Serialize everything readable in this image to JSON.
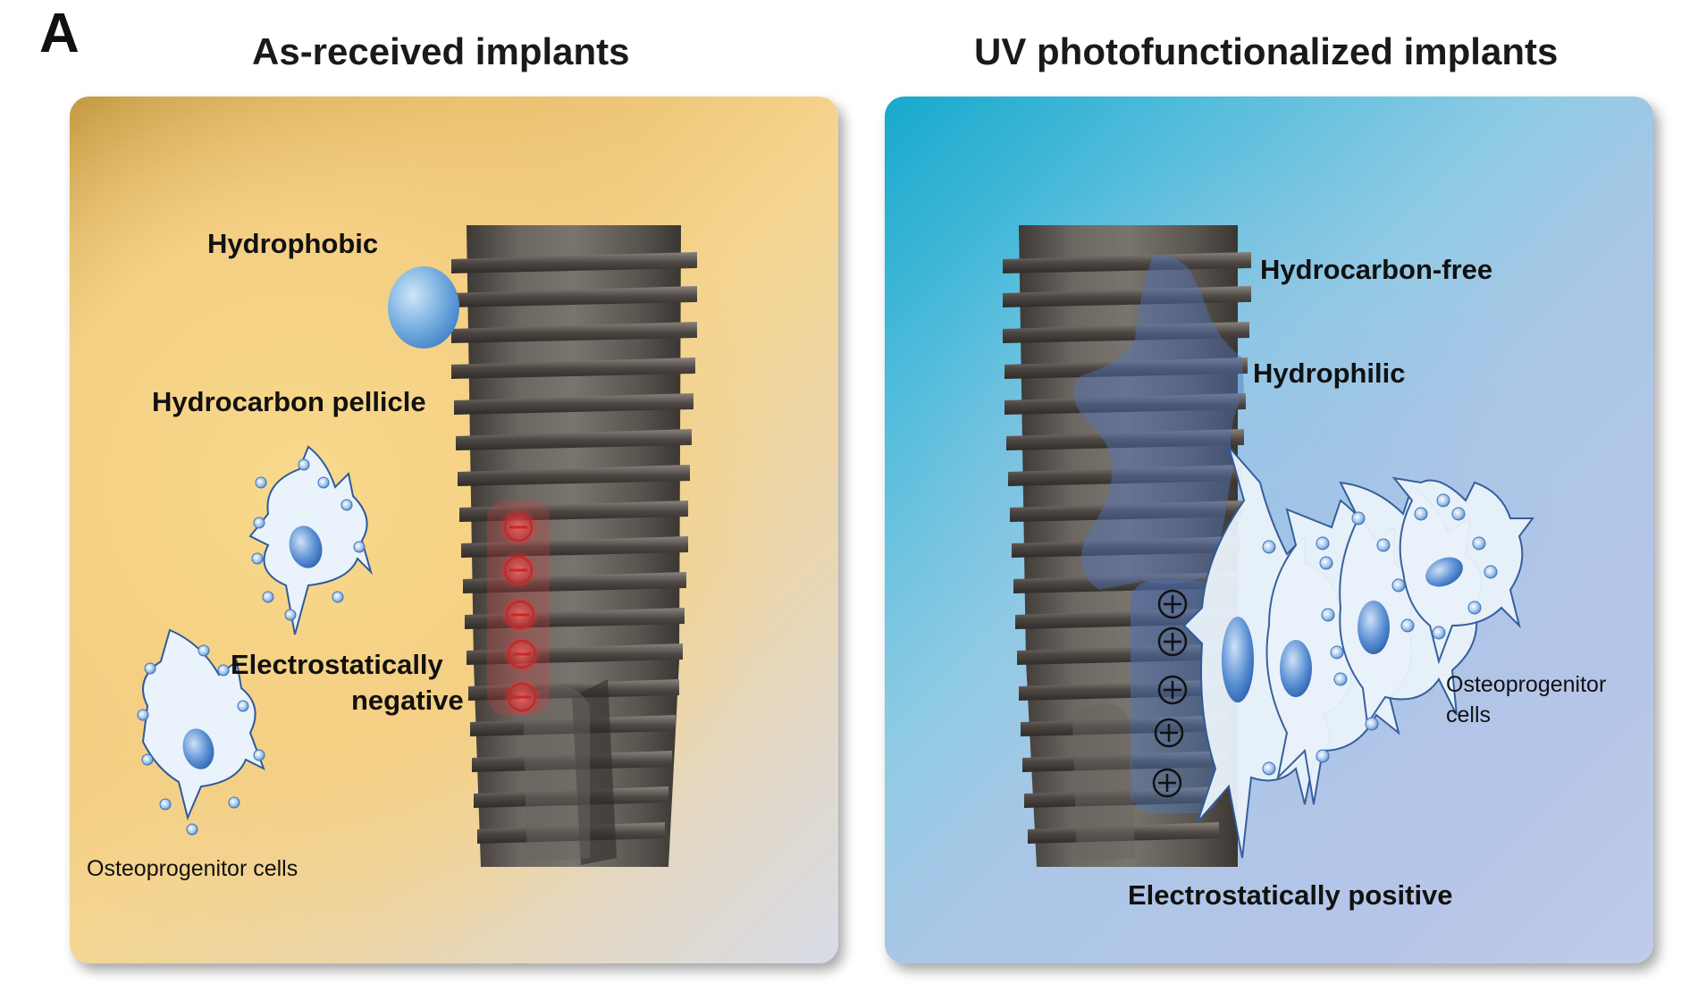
{
  "panel_letter": "A",
  "left_panel": {
    "title": "As-received implants",
    "labels": {
      "hydrophobic": "Hydrophobic",
      "hydrocarbon_pellicle": "Hydrocarbon pellicle",
      "electrostatically_negative_line1": "Electrostatically",
      "electrostatically_negative_line2": "negative",
      "osteoprogenitor_cells": "Osteoprogenitor cells"
    }
  },
  "right_panel": {
    "title": "UV photofunctionalized implants",
    "labels": {
      "hydrocarbon_free": "Hydrocarbon-free",
      "hydrophilic": "Hydrophilic",
      "osteoprogenitor_line1": "Osteoprogenitor",
      "osteoprogenitor_line2": "cells",
      "electrostatically_positive": "Electrostatically positive"
    }
  },
  "symbols": {
    "negative": "−",
    "positive": "+"
  },
  "colors": {
    "left_bg": "#f4cf84",
    "right_bg": "#16a9cd",
    "implant": "#5f5a56",
    "negative_charge": "#e03a3a",
    "cell_fill": "#eaf3fb",
    "cell_outline": "#2f5a9a"
  }
}
